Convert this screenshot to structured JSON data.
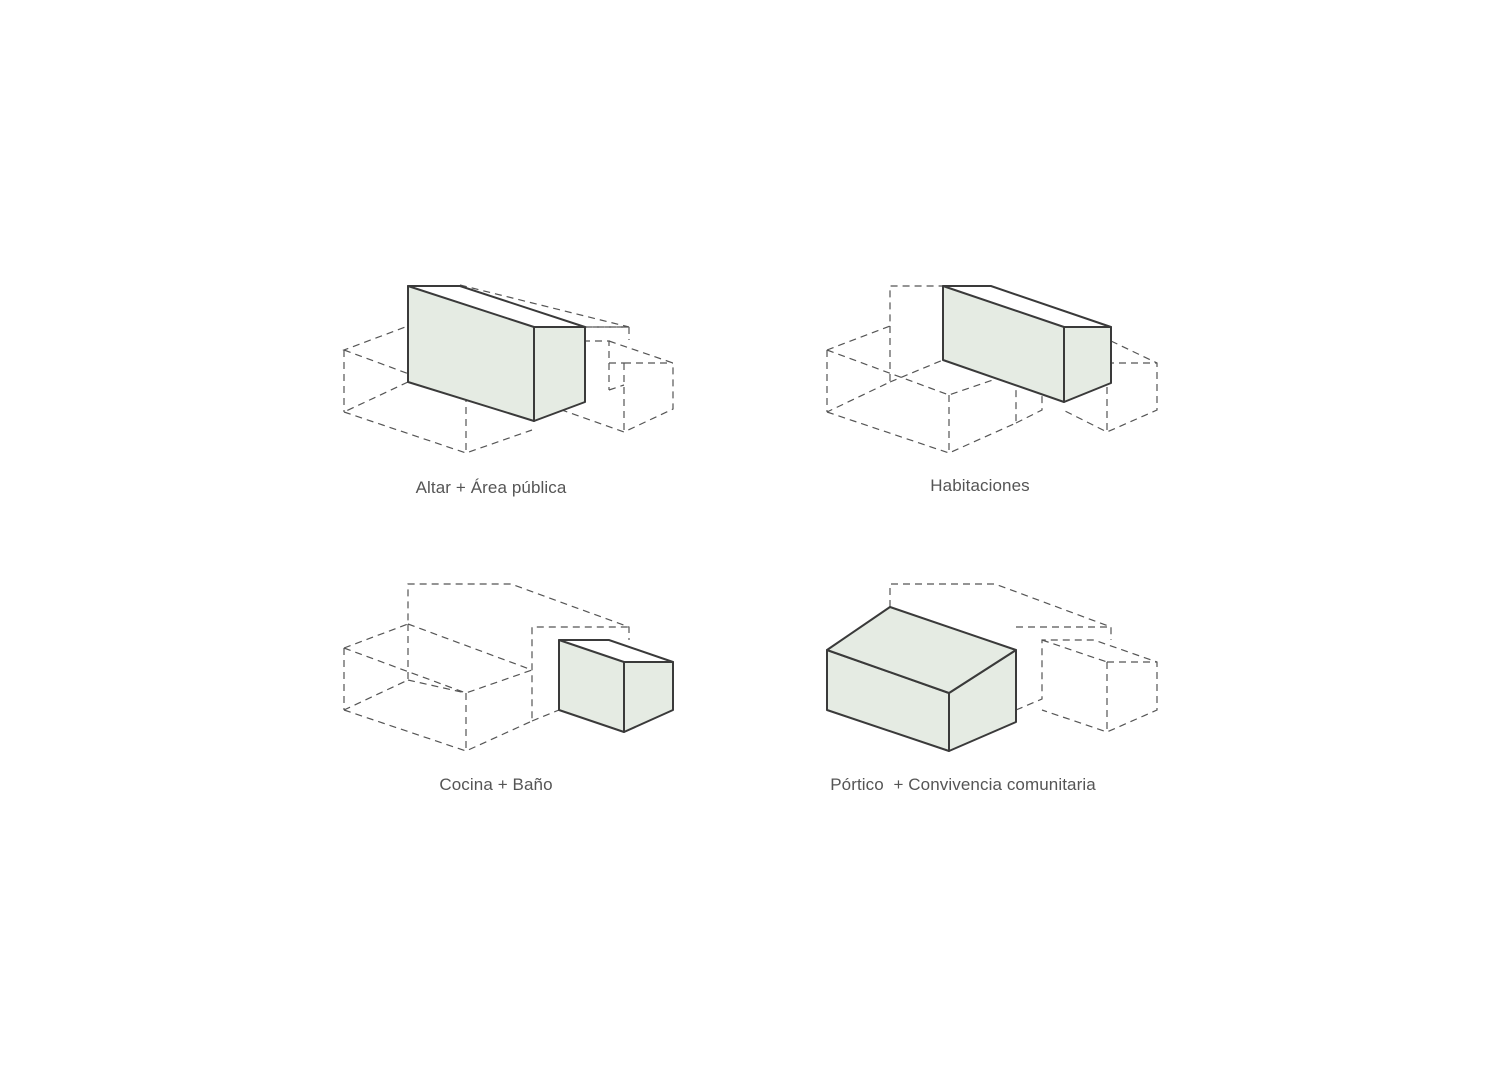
{
  "colors": {
    "background": "#ffffff",
    "solid_fill": "#e5ebe3",
    "solid_stroke": "#3a3a3a",
    "dashed_stroke": "#555555",
    "caption_text": "#555555"
  },
  "panels": [
    {
      "caption": "Altar + Área pública",
      "highlighted_volume": "altar-public-area"
    },
    {
      "caption": "Habitaciones",
      "highlighted_volume": "rooms"
    },
    {
      "caption": "Cocina + Baño",
      "highlighted_volume": "kitchen-bath"
    },
    {
      "caption": "Pórtico  + Convivencia comunitaria",
      "highlighted_volume": "portico-community"
    }
  ]
}
